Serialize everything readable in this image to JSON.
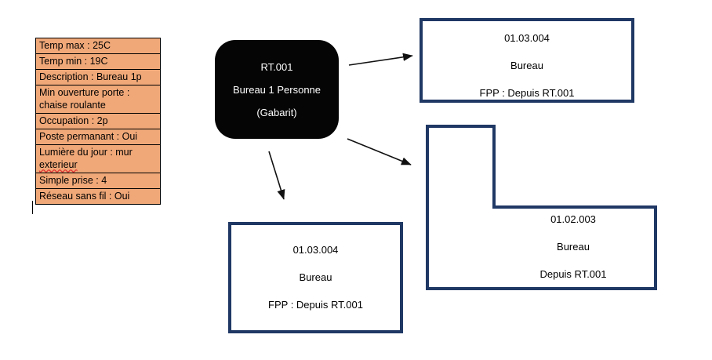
{
  "diagram": {
    "title": "RT.001 Bureau 1 Personne (Gabarit) room template relations",
    "accent_border_color": "#1F3864",
    "table_fill_color": "#F0A878",
    "template_fill_color": "#050505"
  },
  "attribute_table": {
    "name": "room-attributes-table",
    "rows": [
      {
        "text": "Temp max : 25C",
        "misspelled": false
      },
      {
        "text": "Temp min : 19C",
        "misspelled": false
      },
      {
        "text": "Description : Bureau 1p",
        "misspelled": false
      },
      {
        "text": "Min ouverture porte : chaise roulante",
        "misspelled": false
      },
      {
        "text": "Occupation : 2p",
        "misspelled": false
      },
      {
        "text": "Poste permanant : Oui",
        "misspelled": false
      },
      {
        "text": "Lumière du jour : mur exterieur",
        "misspelled": true
      },
      {
        "text": "Simple prise : 4",
        "misspelled": false
      },
      {
        "text": "Réseau sans fil : Oui",
        "misspelled": false
      }
    ]
  },
  "template_node": {
    "code": "RT.001",
    "name": "Bureau 1 Personne",
    "kind": "(Gabarit)"
  },
  "rooms": {
    "top_right": {
      "code": "01.03.004",
      "type": "Bureau",
      "origin": "FPP : Depuis RT.001"
    },
    "bottom_center": {
      "code": "01.03.004",
      "type": "Bureau",
      "origin": "FPP : Depuis RT.001"
    },
    "l_shape": {
      "code": "01.02.003",
      "type": "Bureau",
      "origin": "Depuis RT.001"
    }
  },
  "connectors": [
    {
      "name": "arrow-to-top-right",
      "from": "template_node",
      "to": "top_right"
    },
    {
      "name": "arrow-to-l-shape",
      "from": "template_node",
      "to": "l_shape"
    },
    {
      "name": "arrow-to-bottom-center",
      "from": "template_node",
      "to": "bottom_center"
    }
  ]
}
